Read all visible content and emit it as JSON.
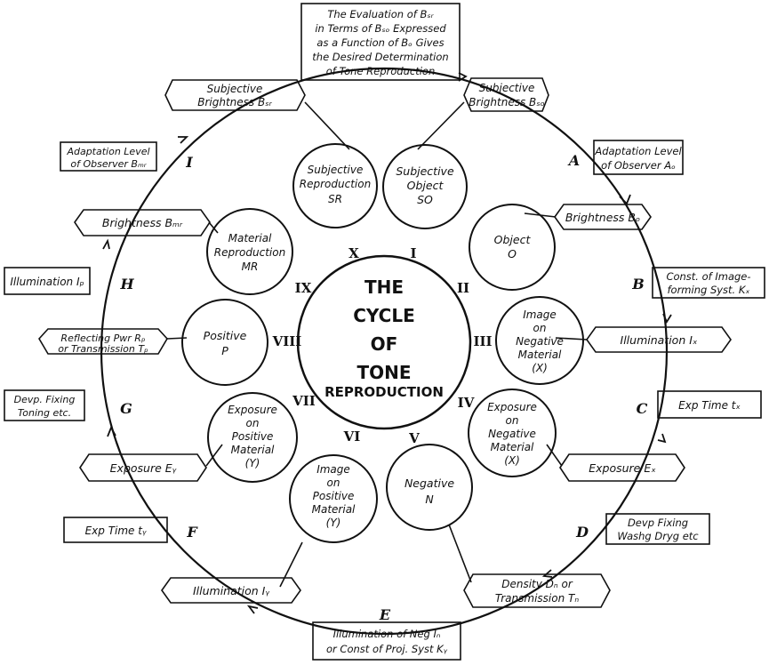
{
  "center": {
    "lines": [
      "THE",
      "CYCLE",
      "OF",
      "TONE",
      "REPRODUCTION"
    ]
  },
  "top_box": {
    "lines": [
      "The Evaluation of Bₛᵣ",
      "in Terms of Bₛₒ Expressed",
      "as a Function of Bₒ Gives",
      "the Desired Determination",
      "of Tone Reproduction"
    ]
  },
  "bottom_box": {
    "lines": [
      "Illumination of Neg Iₙ",
      "or Const of Proj. Syst Kᵧ"
    ]
  },
  "nodes": [
    {
      "roman": "I",
      "lines": [
        "Subjective",
        "Object",
        "SO"
      ]
    },
    {
      "roman": "II",
      "lines": [
        "Object",
        "O"
      ]
    },
    {
      "roman": "III",
      "lines": [
        "Image",
        "on",
        "Negative",
        "Material",
        "(X)"
      ]
    },
    {
      "roman": "IV",
      "lines": [
        "Exposure",
        "on",
        "Negative",
        "Material",
        "(X)"
      ]
    },
    {
      "roman": "V",
      "lines": [
        "Negative",
        "N"
      ]
    },
    {
      "roman": "VI",
      "lines": [
        "Image",
        "on",
        "Positive",
        "Material",
        "(Y)"
      ]
    },
    {
      "roman": "VII",
      "lines": [
        "Exposure",
        "on",
        "Positive",
        "Material",
        "(Y)"
      ]
    },
    {
      "roman": "VIII",
      "lines": [
        "Positive",
        "P"
      ]
    },
    {
      "roman": "IX",
      "lines": [
        "Material",
        "Reproduction",
        "MR"
      ]
    },
    {
      "roman": "X",
      "lines": [
        "Subjective",
        "Reproduction",
        "SR"
      ]
    }
  ],
  "tags": [
    {
      "lines": [
        "Subjective",
        "Brightness  Bₛₒ"
      ]
    },
    {
      "lines": [
        "Brightness  Bₒ"
      ]
    },
    {
      "lines": [
        "Illumination  Iₓ"
      ]
    },
    {
      "lines": [
        "Exposure  Eₓ"
      ]
    },
    {
      "lines": [
        "Density  Dₙ  or",
        "Transmission  Tₙ"
      ]
    },
    {
      "lines": [
        "Illumination  Iᵧ"
      ]
    },
    {
      "lines": [
        "Exposure  Eᵧ"
      ]
    },
    {
      "lines": [
        "Reflecting Pwr  Rₚ",
        "or Transmission  Tₚ"
      ]
    },
    {
      "lines": [
        "Brightness  Bₘᵣ"
      ]
    },
    {
      "lines": [
        "Subjective",
        "Brightness  Bₛᵣ"
      ]
    }
  ],
  "side_boxes": [
    {
      "lines": [
        "Adaptation Level",
        "of Observer  Aₒ"
      ]
    },
    {
      "lines": [
        "Const. of Image-",
        "forming Syst. Kₓ"
      ]
    },
    {
      "lines": [
        "Exp Time  tₓ"
      ]
    },
    {
      "lines": [
        "Devp Fixing",
        "Washg Dryg etc"
      ]
    },
    {
      "lines": [
        "Exp Time  tᵧ"
      ]
    },
    {
      "lines": [
        "Devp. Fixing",
        "Toning etc."
      ]
    },
    {
      "lines": [
        "Illumination  Iₚ"
      ]
    },
    {
      "lines": [
        "Adaptation Level",
        "of Observer  Bₘᵣ"
      ]
    }
  ],
  "letters": [
    "A",
    "B",
    "C",
    "D",
    "E",
    "F",
    "G",
    "H",
    "I"
  ]
}
